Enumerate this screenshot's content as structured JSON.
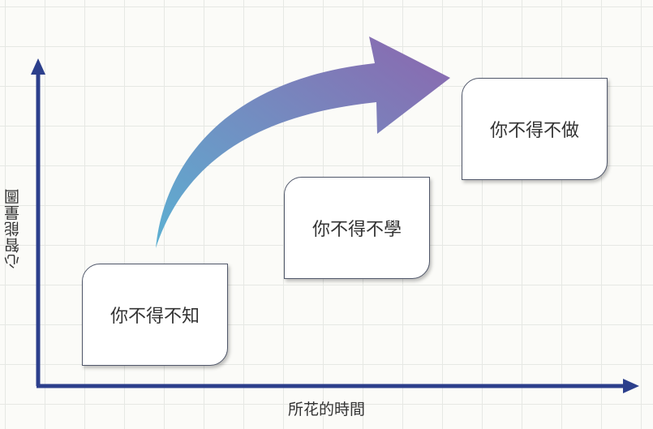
{
  "axes": {
    "y_label": "心智能量圖",
    "x_label": "所花的時間"
  },
  "stages": [
    {
      "label": "你不得不知"
    },
    {
      "label": "你不得不學"
    },
    {
      "label": "你不得不做"
    }
  ],
  "colors": {
    "axis": "#2c3f8c",
    "arrow_start": "#5cb0d2",
    "arrow_end": "#8c66ae"
  }
}
